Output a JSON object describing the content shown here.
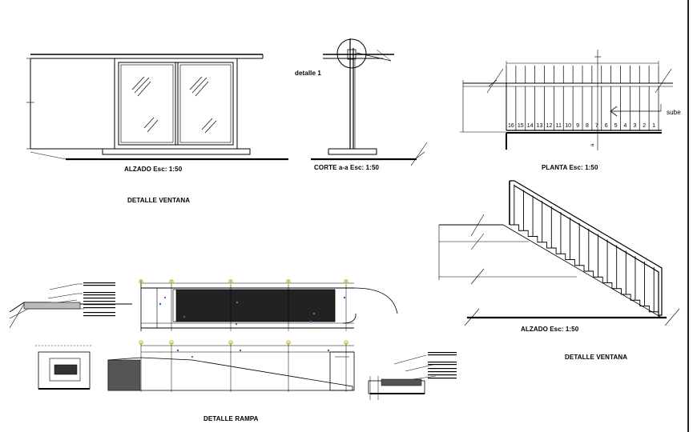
{
  "labels": {
    "alzado_window": "ALZADO Esc: 1:50",
    "corte": "CORTE a-a Esc: 1:50",
    "detalle1": "detalle 1",
    "planta": "PLANTA Esc: 1:50",
    "sube": "sube",
    "detalle_ventana_left": "DETALLE VENTANA",
    "alzado_stair": "ALZADO Esc: 1:50",
    "detalle_ventana_right": "DETALLE VENTANA",
    "detalle_rampa": "DETALLE RAMPA"
  },
  "stair_numbers": [
    "16",
    "15",
    "14",
    "13",
    "12",
    "11",
    "10",
    "9",
    "8",
    "7",
    "6",
    "5",
    "4",
    "3",
    "2",
    "1"
  ],
  "colors": {
    "line": "#000000",
    "accent_yellow": "#c8b400",
    "accent_blue": "#3a5bd6",
    "accent_magenta": "#c040c0"
  }
}
